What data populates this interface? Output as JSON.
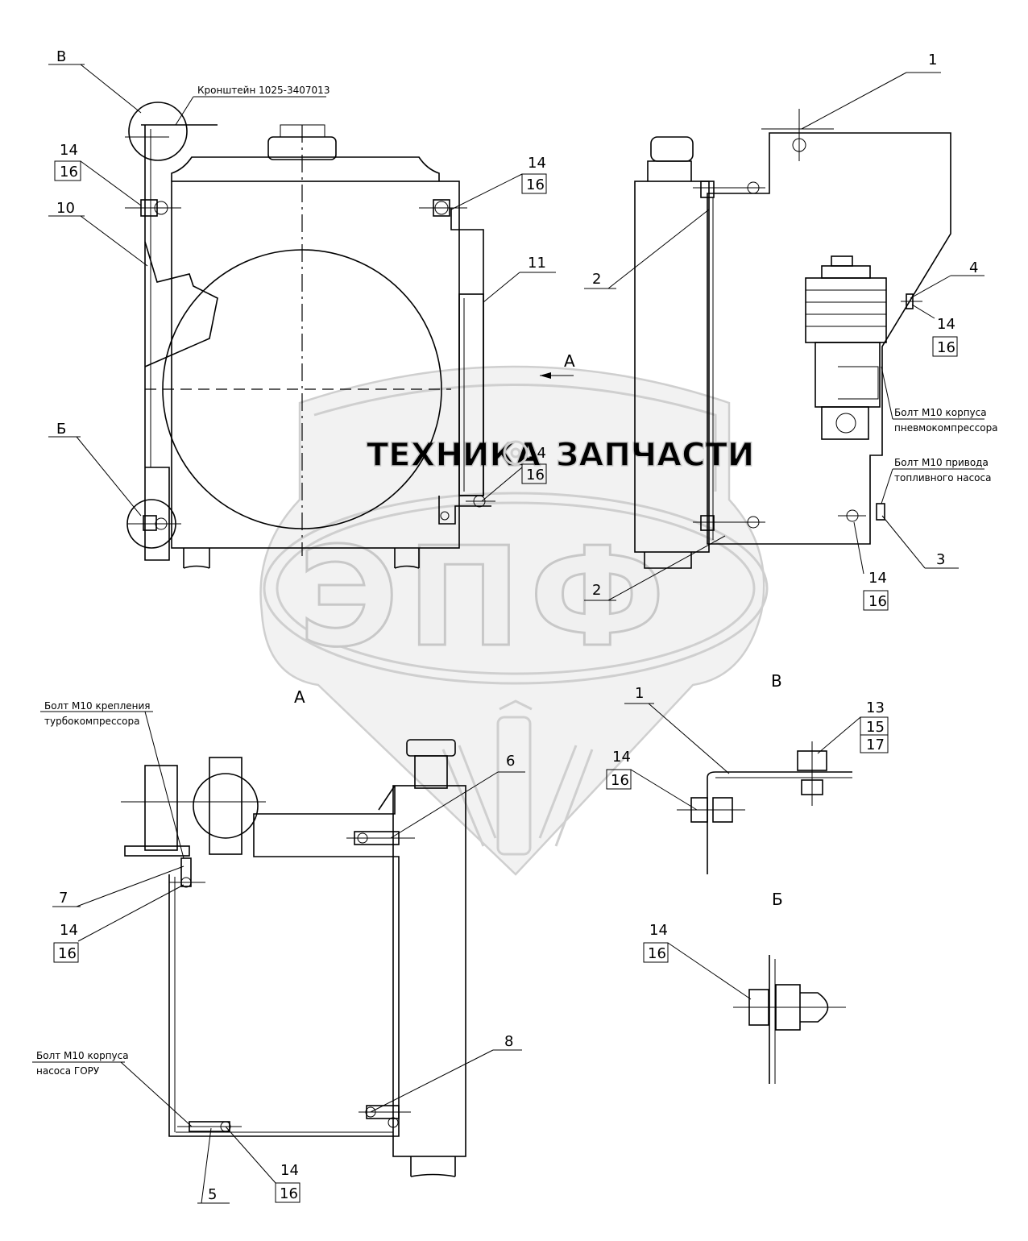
{
  "watermark": {
    "top_text_left": "ТЕХНИКА",
    "top_text_right": "ЗАПЧАСТИ",
    "big_text": "ЭПФ"
  },
  "view_letters": {
    "a_arrow": "А",
    "a_view": "А",
    "v_top": "В",
    "v_view": "В",
    "b_left": "Б",
    "b_view": "Б"
  },
  "notes": {
    "bracket": "Кронштейн 1025-3407013",
    "compressor_line1": "Болт М10 корпуса",
    "compressor_line2": "пневмокомпрессора",
    "fuelpump_line1": "Болт М10 привода",
    "fuelpump_line2": "топливного насоса",
    "turbo_line1": "Болт М10 крепления",
    "turbo_line2": "турбокомпрессора",
    "goru_line1": "Болт М10 корпуса",
    "goru_line2": "насоса ГОРУ"
  },
  "labels": {
    "p1_top": "1",
    "p2_upper": "2",
    "p2_lower": "2",
    "p3": "3",
    "p4": "4",
    "p5": "5",
    "p6": "6",
    "p7": "7",
    "p8": "8",
    "p10": "10",
    "p11": "11",
    "p1_detail": "1",
    "p13": "13",
    "p15": "15",
    "p17": "17",
    "n14_a": "14",
    "n16_a": "16",
    "n14_b": "14",
    "n16_b": "16",
    "n14_c": "14",
    "n16_c": "16",
    "n14_d": "14",
    "n16_d": "16",
    "n14_e": "14",
    "n16_e": "16",
    "n14_f": "14",
    "n16_f": "16",
    "n14_g": "14",
    "n16_g": "16",
    "n14_h": "14",
    "n16_h": "16",
    "n14_i": "14",
    "n16_i": "16"
  }
}
